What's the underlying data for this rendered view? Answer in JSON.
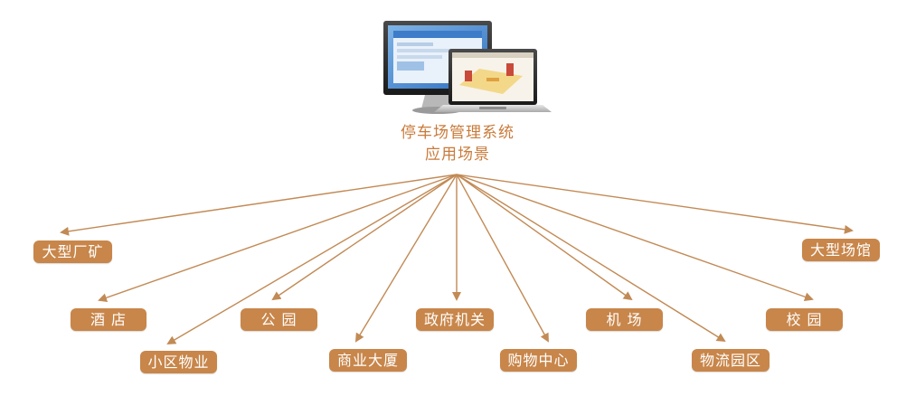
{
  "title": {
    "line1": "停车场管理系统",
    "line2": "应用场景"
  },
  "colors": {
    "accent": "#c97b3b",
    "pill_bg": "#c8864a",
    "arrow": "#c28a55"
  },
  "central_icon": "computer-monitor-and-laptop-icon",
  "scenes": [
    {
      "id": "mine",
      "label": "大型厂矿"
    },
    {
      "id": "hotel",
      "label": "酒 店"
    },
    {
      "id": "community",
      "label": "小区物业"
    },
    {
      "id": "park",
      "label": "公 园"
    },
    {
      "id": "building",
      "label": "商业大厦"
    },
    {
      "id": "government",
      "label": "政府机关"
    },
    {
      "id": "shopping",
      "label": "购物中心"
    },
    {
      "id": "airport",
      "label": "机 场"
    },
    {
      "id": "logistics",
      "label": "物流园区"
    },
    {
      "id": "campus",
      "label": "校 园"
    },
    {
      "id": "venue",
      "label": "大型场馆"
    }
  ]
}
